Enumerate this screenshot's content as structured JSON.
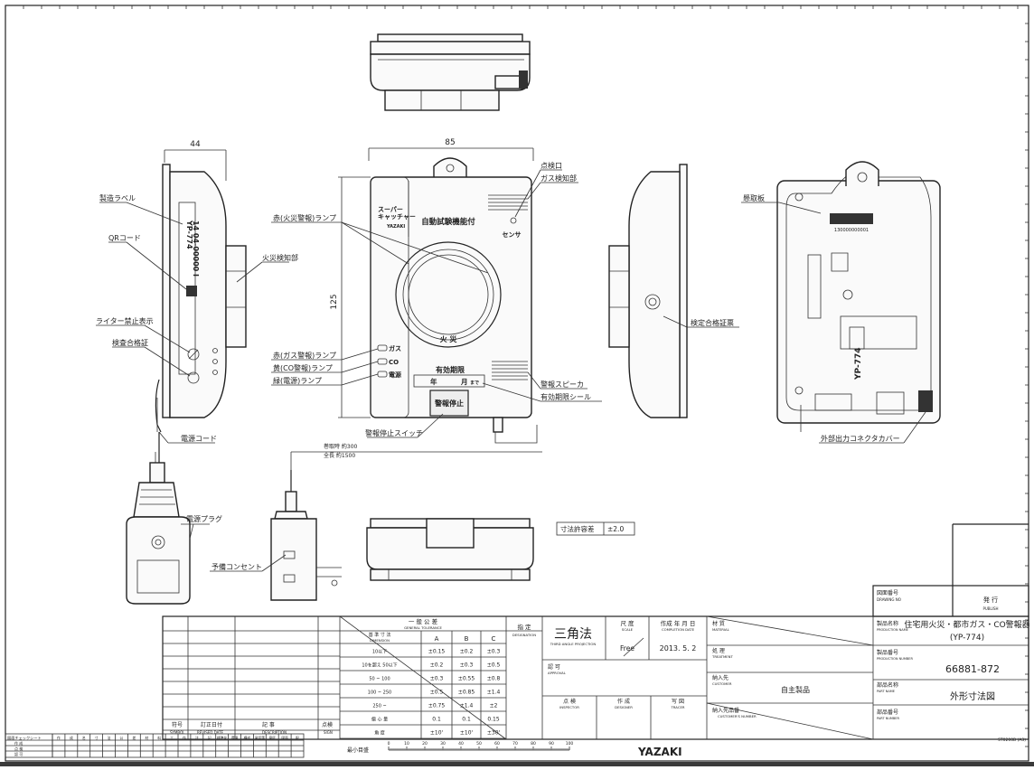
{
  "drawing": {
    "dim_width_front": "85",
    "dim_height_front": "125",
    "dim_depth_side": "44",
    "dim_cord_hang": "巻取時 約300",
    "dim_cord_total": "全長 約1500",
    "tolerance_label": "寸法許容差",
    "tolerance_value": "±2.0"
  },
  "device": {
    "brand_line1": "スーパー",
    "brand_line2": "キャッチャー",
    "maker_small": "YAZAKI",
    "feature": "自動試験機能付",
    "sensor": "センサ",
    "fire_text": "火 災",
    "lamp_gas": "ガス",
    "lamp_co": "CO",
    "lamp_power": "電源",
    "expiry_title": "有効期限",
    "expiry_year": "年",
    "expiry_month": "月",
    "expiry_made": "まで",
    "stop_button": "警報停止",
    "side_model": "YP-774",
    "side_serial": "14 04-00000 I",
    "back_barcode_no": "130000000001",
    "back_label_model": "YP-774"
  },
  "callouts": {
    "mfg_label": "製造ラベル",
    "qr": "QRコード",
    "fire_sensor": "火災検知部",
    "lighter": "ライター禁止表示",
    "inspection_mark": "検査合格証",
    "power_cord": "電源コード",
    "power_plug": "電源プラグ",
    "spare_outlet": "予備コンセント",
    "red_fire_lamp": "赤(火災警報)ランプ",
    "red_gas_lamp": "赤(ガス警報)ランプ",
    "yellow_co_lamp": "黄(CO警報)ランプ",
    "green_power_lamp": "緑(電源)ランプ",
    "stop_switch": "警報停止スイッチ",
    "check_port": "点検口",
    "gas_sensor": "ガス検知部",
    "speaker": "警報スピーカ",
    "expiry_seal": "有効期限シール",
    "hanger": "懸取板",
    "cert_label": "検定合格証票",
    "ext_cover": "外部出力コネクタカバー"
  },
  "tolerance_table": {
    "title": "一 般 公 差",
    "subtitle": "GENERAL TOLERANCE",
    "col_a": "A",
    "col_b": "B",
    "col_c": "C",
    "designation": "指 定",
    "designation_en": "DESIGNATION",
    "col_head": "基 準 寸 法",
    "col_head_en": "DIMENSION",
    "rows": [
      {
        "range": "10以下",
        "a": "±0.15",
        "b": "±0.2",
        "c": "±0.3"
      },
      {
        "range": "10を超え 50以下",
        "a": "±0.2",
        "b": "±0.3",
        "c": "±0.5"
      },
      {
        "range": "50 ~ 100",
        "a": "±0.3",
        "b": "±0.55",
        "c": "±0.8"
      },
      {
        "range": "100 ~ 250",
        "a": "±0.5",
        "b": "±0.85",
        "c": "±1.4"
      },
      {
        "range": "250 ~",
        "a": "±0.75",
        "b": "±1.4",
        "c": "±2"
      },
      {
        "range": "偏 心 量",
        "a": "0.1",
        "b": "0.1",
        "c": "0.15"
      },
      {
        "range": "角 度",
        "a": "±10'",
        "b": "±10'",
        "c": "±30'"
      }
    ]
  },
  "revision": {
    "symbol": "符号",
    "symbol_en": "SYMBOL",
    "date": "訂正日付",
    "date_en": "REVISED DATE",
    "desc": "記 事",
    "desc_en": "DESCRIPTION",
    "sign": "点検",
    "sign_en": "SIGN"
  },
  "title_block": {
    "projection": "三角法",
    "projection_en": "THIRD ANGLE PROJECTION",
    "scale_label": "尺 度",
    "scale_en": "SCALE",
    "scale_value": "Free",
    "date_label": "作成 年 月 日",
    "date_en": "COMPLETION DATE",
    "date_value": "2013. 5. 2",
    "approval": "認 可",
    "approval_en": "APPROVAL",
    "inspector": "点 検",
    "inspector_en": "INSPECTOR",
    "designer": "作 成",
    "designer_en": "DESIGNER",
    "tracer": "写 図",
    "tracer_en": "TRACER",
    "material": "材 質",
    "material_en": "MATERIAL",
    "treatment": "処 理",
    "treatment_en": "TREATMENT",
    "customer": "納入先",
    "customer_en": "CUSTOMER",
    "customer_value": "自主製品",
    "cust_no": "納入先品番",
    "cust_no_en": "CUSTOMER'S NUMBER",
    "drawing_no": "図面番号",
    "drawing_no_en": "DRAWING NO",
    "issue": "発 行",
    "issue_en": "PUBLISH",
    "product_name_label": "製品名称",
    "product_name_en": "PRODUCTION NAME",
    "product_name": "住宅用火災・都市ガス・CO警報器",
    "product_model": "(YP-774)",
    "product_no_label": "製品番号",
    "product_no_en": "PRODUCTION NUMBER",
    "product_no": "66881-872",
    "part_name_label": "部品名称",
    "part_name_en": "PART NAME",
    "part_name": "外形寸法図",
    "part_no_label": "部品番号",
    "part_no_en": "PART NUMBER",
    "scale_bar_label": "最小目盛",
    "scale_ticks": [
      "0",
      "10",
      "20",
      "30",
      "40",
      "50",
      "60",
      "70",
      "80",
      "90",
      "100"
    ],
    "company": "YAZAKI",
    "form_no": "ST0200B (A3)",
    "checklist": "図面チェックシート",
    "check_cols": [
      "作",
      "成",
      "名",
      "寸",
      "法",
      "公",
      "差",
      "材",
      "料",
      "工",
      "作",
      "注",
      "記",
      "標準化",
      "環境",
      "構成",
      "承認等",
      "意匠",
      "図面",
      "配"
    ],
    "check_rows": [
      "作 成",
      "点 検",
      "認 可"
    ]
  }
}
